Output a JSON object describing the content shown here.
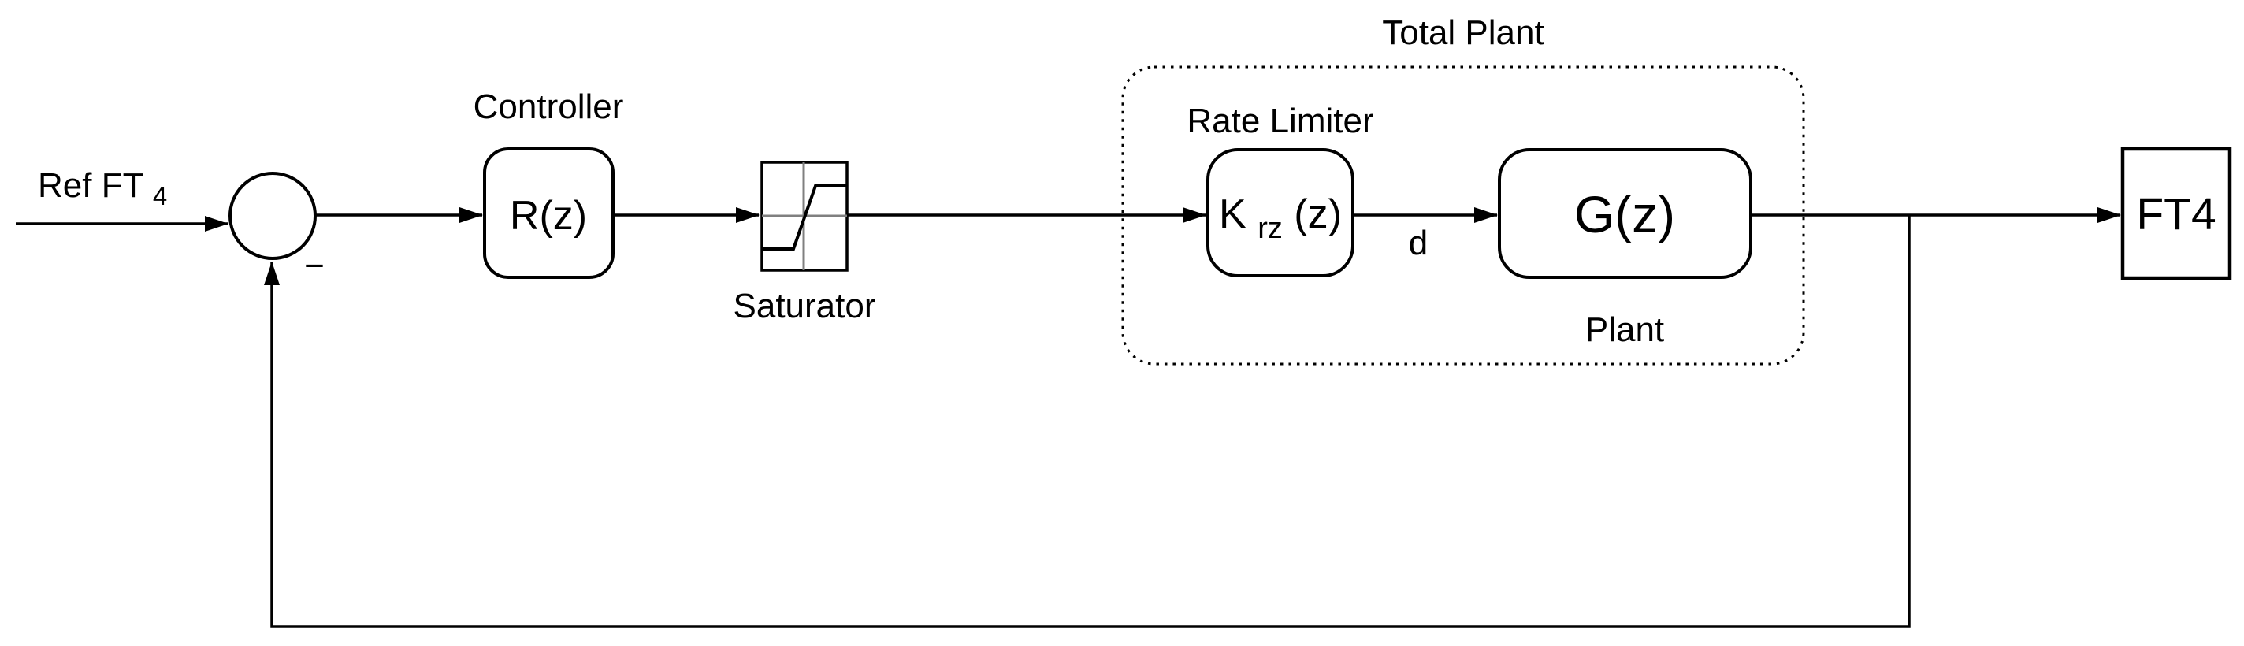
{
  "colors": {
    "stroke": "#000000",
    "background": "#ffffff",
    "saturator_axes": "#808080"
  },
  "diagram": {
    "input": {
      "label": "Ref FT",
      "label_subscript": "4"
    },
    "summing_junction": {
      "minus_sign": "−"
    },
    "controller": {
      "caption": "Controller",
      "block_label": "R(z)"
    },
    "saturator": {
      "caption": "Saturator"
    },
    "total_plant": {
      "caption": "Total Plant",
      "rate_limiter": {
        "caption": "Rate Limiter",
        "block_label_base": "K",
        "block_label_subscript": "rz",
        "block_label_suffix": "(z)"
      },
      "plant": {
        "caption": "Plant",
        "block_label": "G(z)"
      },
      "signal_label": "d"
    },
    "output": {
      "block_label": "FT4"
    }
  }
}
